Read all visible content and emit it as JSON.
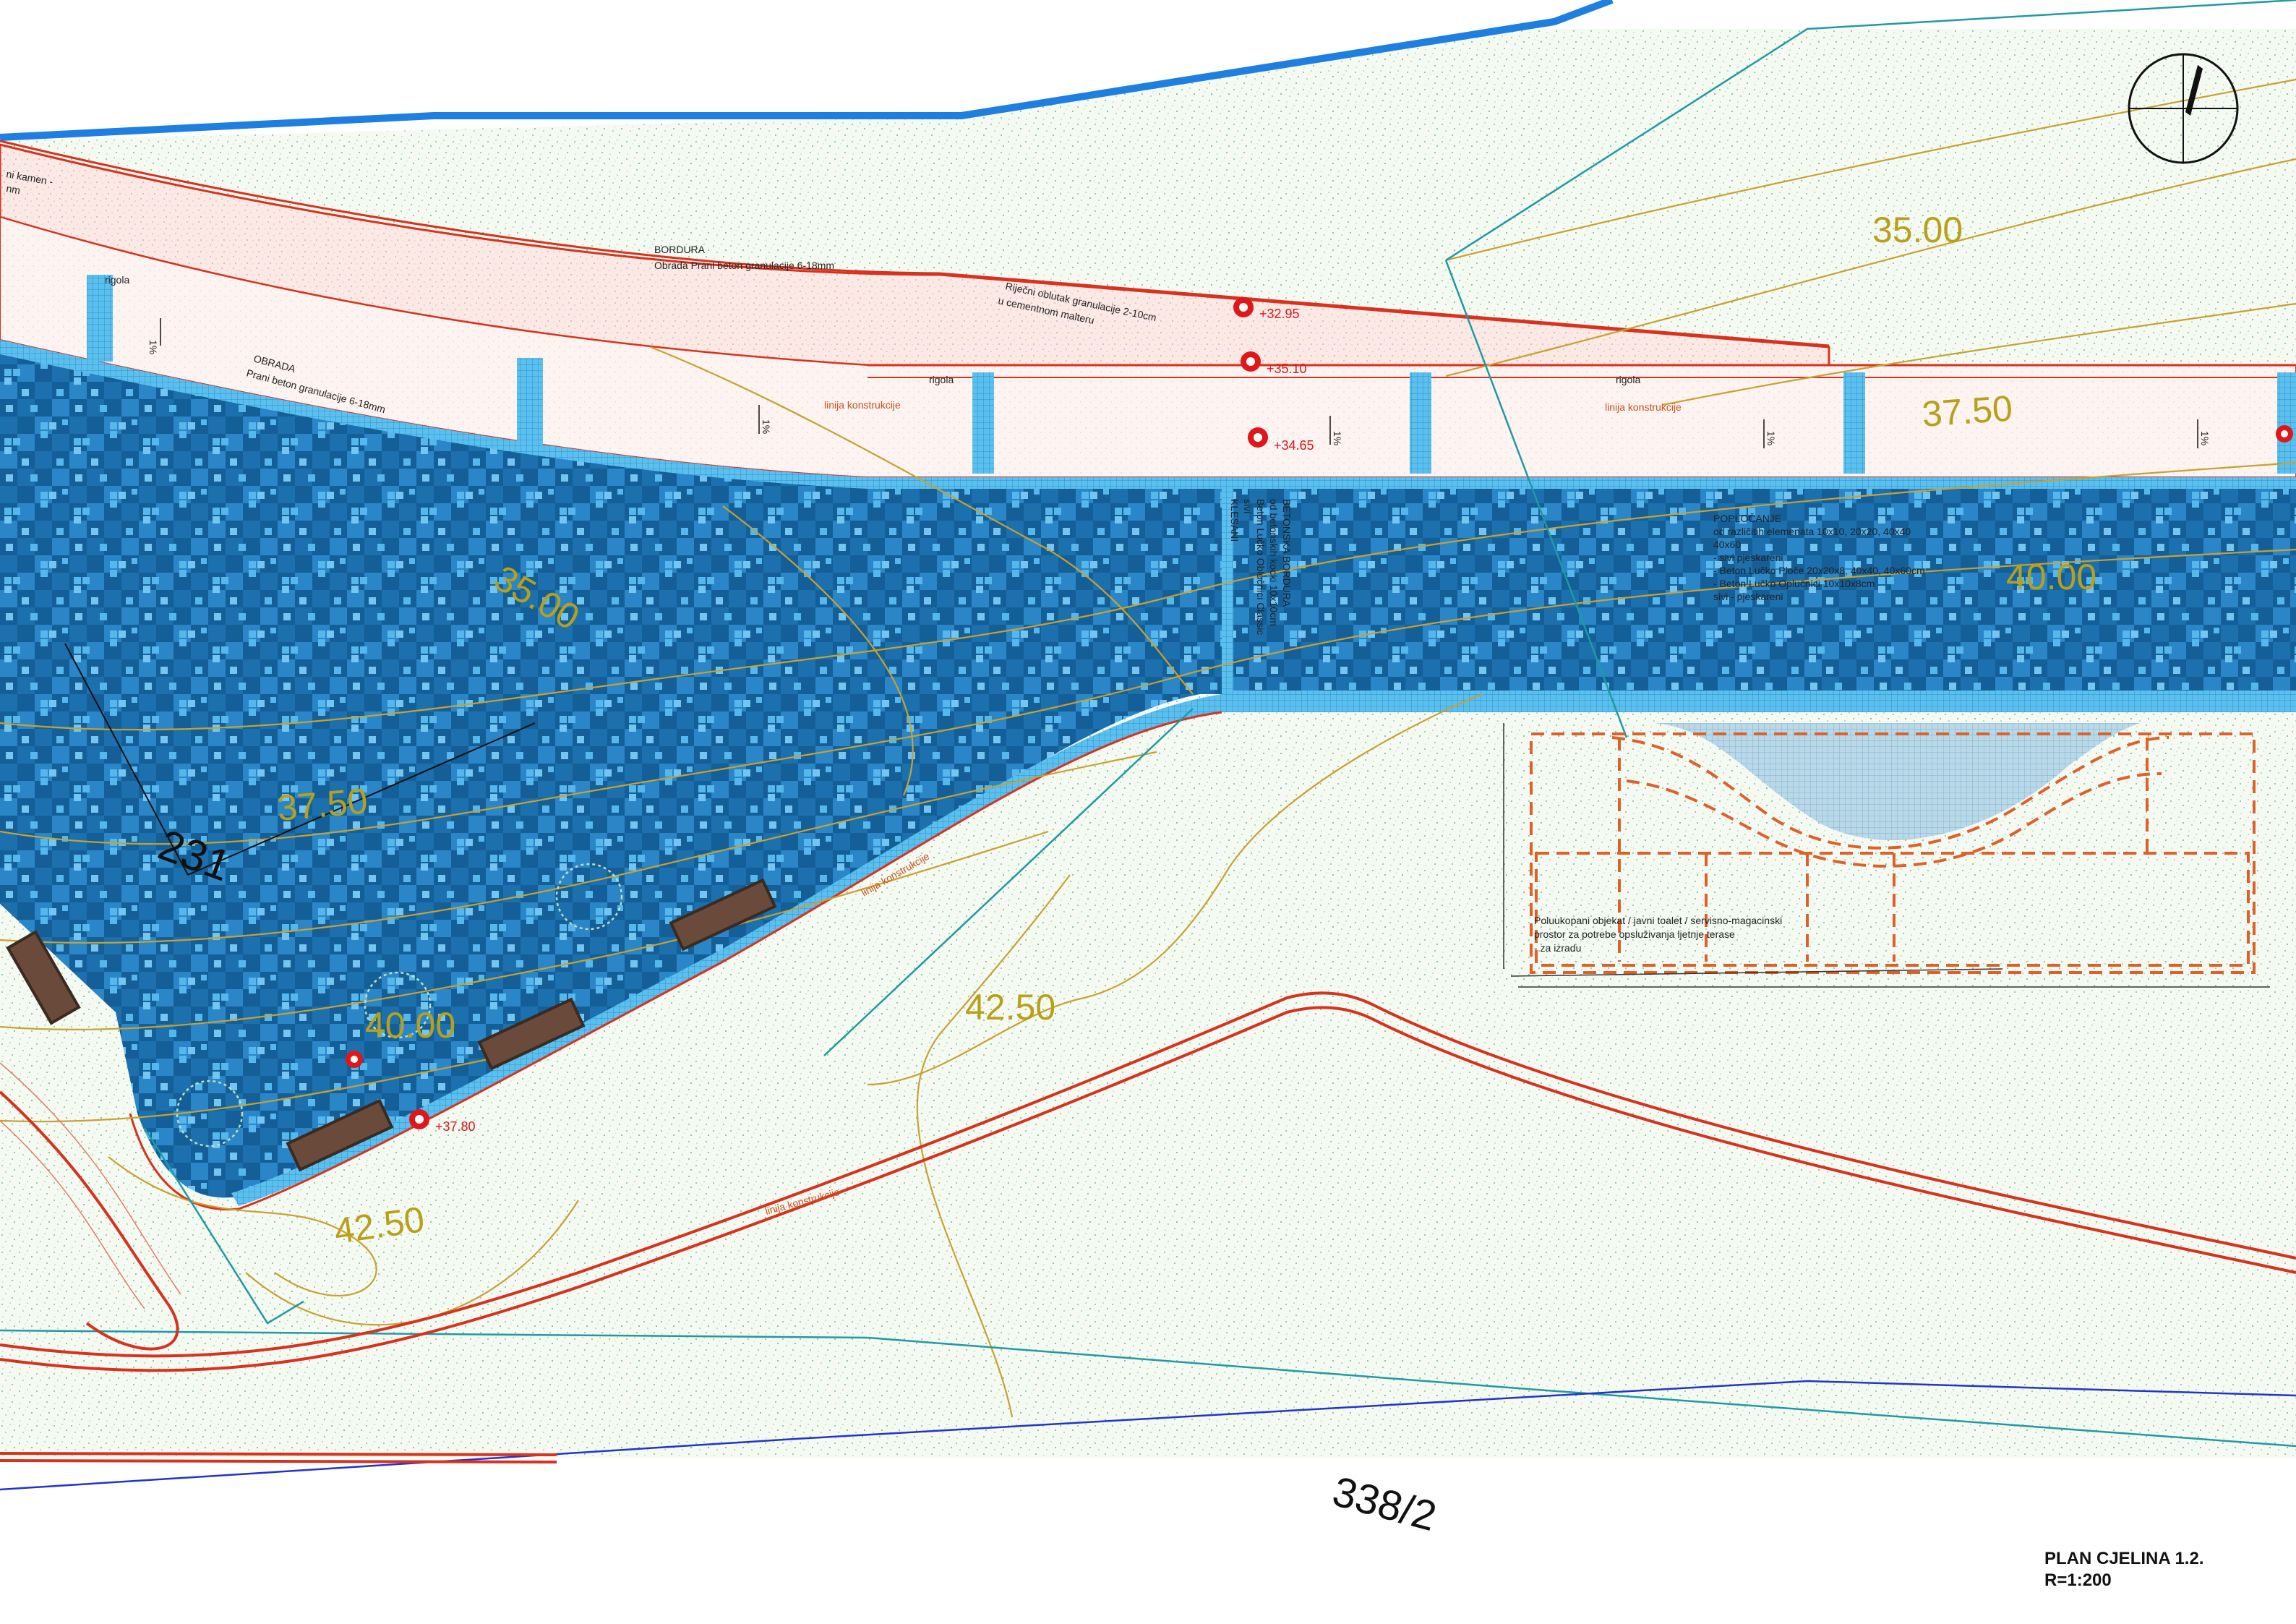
{
  "title_block": {
    "plan_title": "PLAN CJELINA 1.2.",
    "scale": "R=1:200"
  },
  "parcels": {
    "parcel_main": "338/2",
    "parcel_left": "231"
  },
  "contours": {
    "c35_top": "35.00",
    "c375_top": "37.50",
    "c40_right": "40.00",
    "c35_plaza": "35.00",
    "c375_plaza": "37.50",
    "c40_plaza": "40.00",
    "c425_mid": "42.50",
    "c425_low": "42.50"
  },
  "elevations": {
    "e1": "+32.95",
    "e2": "+35.10",
    "e3": "+34.65",
    "e4": "+37.80"
  },
  "annotations": {
    "bordura_title": "BORDURA",
    "bordura_desc": "Obrada Prani beton granulacije 6-18mm",
    "rijecni": "Riječni oblutak granulacije 2-10cm",
    "rijecni2": "u cementnom malteru",
    "obrada_title": "OBRADA",
    "obrada_desc": "Prani beton granulacije 6-18mm",
    "rigola_1": "rigola",
    "rigola_2": "rigola",
    "rigola_3": "rigola",
    "linija_1": "linija konstrukcije",
    "linija_2": "linija konstrukcije",
    "linija_3": "linija konstrukcije",
    "linija_4": "linija konstrukcije",
    "kamen": "ni kamen -",
    "kamen2": "nm",
    "slope_1": "1%",
    "slope_2": "1%",
    "slope_3": "1%",
    "slope_4": "1%",
    "slope_5": "1%",
    "poplocanje_title": "POPLOČANJE",
    "poplocanje_1": "od različitih elemenata 10x10, 20x20, 40x40",
    "poplocanje_2": "40x60",
    "poplocanje_3": "- sivi pjeskareni",
    "poplocanje_4": "- Beton Lučko Ploče 20x20x8, 40x40, 40x60cm",
    "poplocanje_5": "- Beton Lučko Oplučnici 10x10x8cm",
    "poplocanje_6": "sivi - pjeskareni",
    "kocka_1": "BETONSKA BORDURA",
    "kocka_2": "od betonskih kocki 10x10cm",
    "kocka_3": "Beton Lučko Oblučnici Classic",
    "kocka_4": "sivi",
    "kocka_5": "KLESANI",
    "building_1": "Poluukopani objekat / javni toalet / servisno-magacinski",
    "building_2": "prostor za potrebe opsluživanja ljetnje terase",
    "building_3": "- za izradu"
  },
  "colors": {
    "sky_line": "#1e7fe0",
    "red_line": "#d8321f",
    "paving_dark": "#145f97",
    "paving_mid": "#2a86c7",
    "paving_light": "#56b7ec",
    "contour": "#c8a132",
    "teal": "#1f9aa3",
    "blue_line": "#2233cc"
  }
}
